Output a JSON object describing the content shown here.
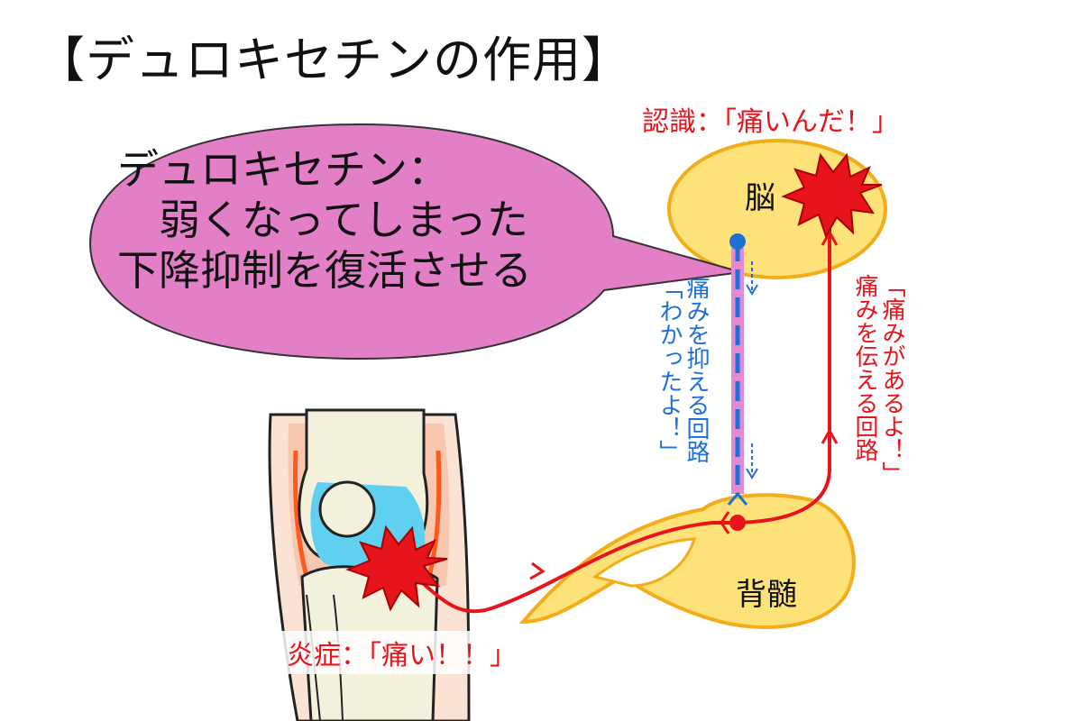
{
  "title": "【デュロキセチンの作用】",
  "bubble": {
    "lines": [
      "デュロキセチン：",
      "　弱くなってしまった",
      "下降抑制を復活させる"
    ]
  },
  "labels": {
    "recognition": "認識：「痛いんだ！」",
    "brain": "脳",
    "spinal_cord": "背髄",
    "inflammation": "炎症：「痛い！！」",
    "inhibit_circuit": [
      "痛みを抑える回路",
      "「わかったよ！」"
    ],
    "transmit_circuit": [
      "「痛みがあるよ！」",
      "痛みを伝える回路"
    ]
  },
  "colors": {
    "bubble": "#e27fc6",
    "organ": "#fde27a",
    "organ_outline": "#f2ad18",
    "pain": "#e8141b",
    "inhibit": "#1e6fd6",
    "drug_line": "#e28bd4"
  }
}
